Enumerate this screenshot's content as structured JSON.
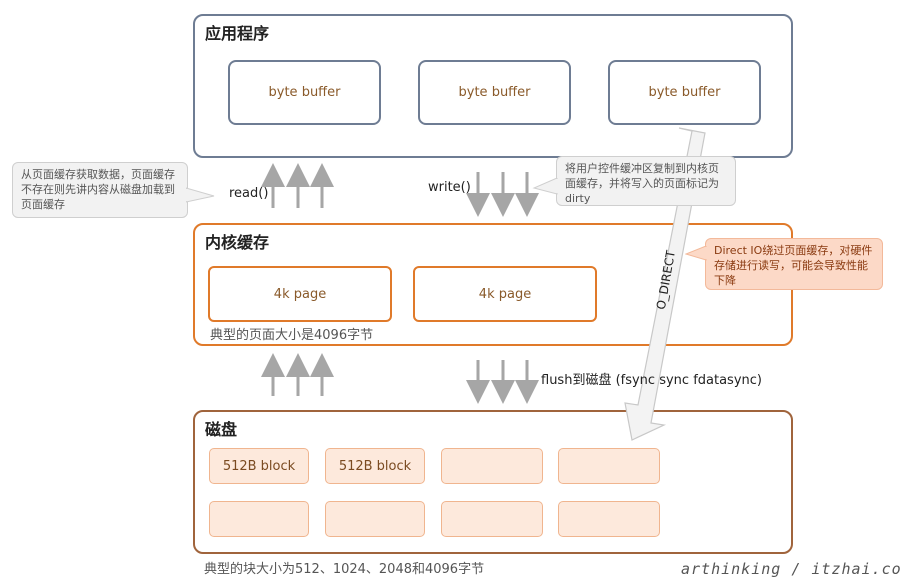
{
  "app": {
    "title": "应用程序",
    "buffers": [
      "byte buffer",
      "byte buffer",
      "byte buffer"
    ]
  },
  "kernel": {
    "title": "内核缓存",
    "pages": [
      "4k page",
      "4k page"
    ],
    "caption": "典型的页面大小是4096字节"
  },
  "disk": {
    "title": "磁盘",
    "blocks_row1": [
      "512B block",
      "512B block",
      "",
      ""
    ],
    "blocks_row2": [
      "",
      "",
      "",
      ""
    ],
    "caption": "典型的块大小为512、1024、2048和4096字节"
  },
  "labels": {
    "read": "read()",
    "write": "write()",
    "flush": "flush到磁盘 (fsync sync fdatasync)",
    "o_direct": "O_DIRECT"
  },
  "callouts": {
    "read_note": "从页面缓存获取数据，页面缓存不存在则先讲内容从磁盘加载到页面缓存",
    "write_note": "将用户控件缓冲区复制到内核页面缓存，并将写入的页面标记为dirty",
    "direct_note": "Direct IO绕过页面缓存，对硬件存储进行读写，可能会导致性能下降"
  },
  "watermark": "arthinking / itzhai.com",
  "colors": {
    "app_border": "#6e7c93",
    "kernel_border": "#e07a2a",
    "disk_border": "#a0643c",
    "block_fill": "#fde9dc",
    "callout_gray": "#f2f2f2",
    "callout_orange": "#fcd9c7",
    "arrow_gray": "#a6a6a6"
  }
}
